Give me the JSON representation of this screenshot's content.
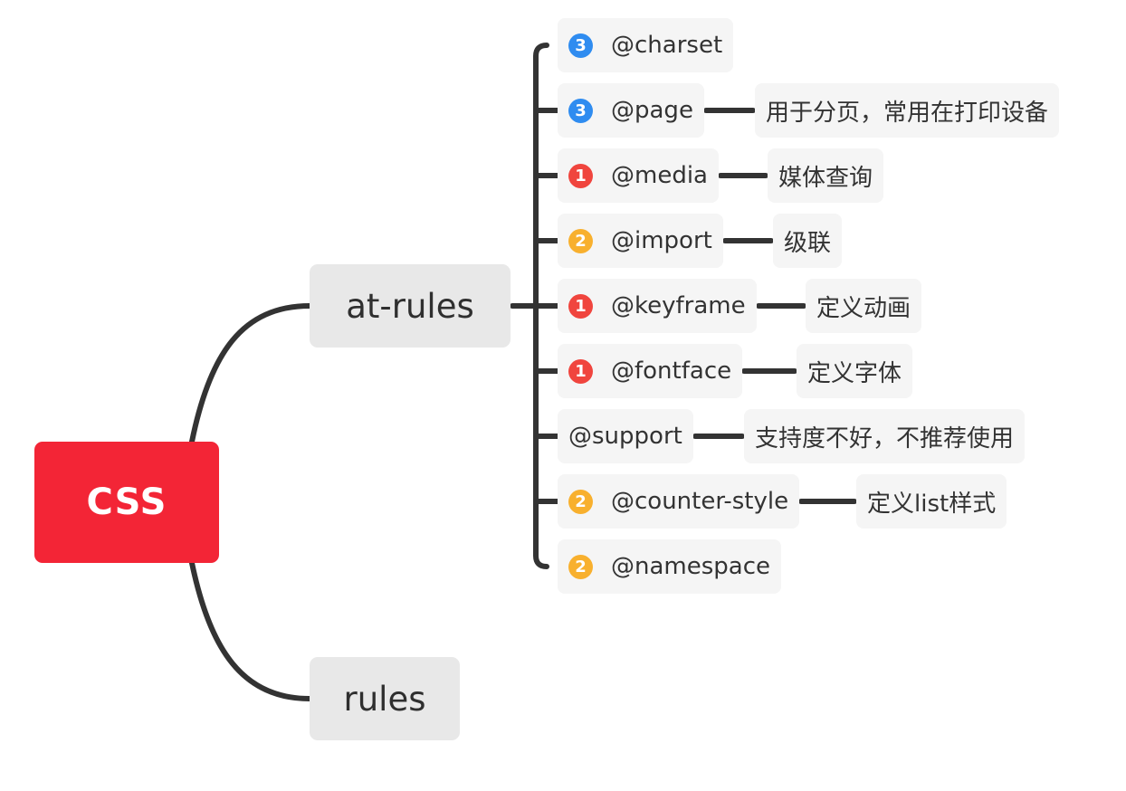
{
  "root": {
    "label": "CSS",
    "color": "#f32536"
  },
  "branches": [
    {
      "label": "at-rules"
    },
    {
      "label": "rules"
    }
  ],
  "connector_color": "#333333",
  "priority_colors": {
    "1": "#f0453e",
    "2": "#f8b02e",
    "3": "#2f8cf0"
  },
  "at_rules": [
    {
      "label": "@charset",
      "priority": 3,
      "badge": "3",
      "note": ""
    },
    {
      "label": "@page",
      "priority": 3,
      "badge": "3",
      "note": "用于分页，常用在打印设备"
    },
    {
      "label": "@media",
      "priority": 1,
      "badge": "1",
      "note": "媒体查询"
    },
    {
      "label": "@import",
      "priority": 2,
      "badge": "2",
      "note": "级联"
    },
    {
      "label": "@keyframe",
      "priority": 1,
      "badge": "1",
      "note": "定义动画"
    },
    {
      "label": "@fontface",
      "priority": 1,
      "badge": "1",
      "note": "定义字体"
    },
    {
      "label": "@support",
      "priority": null,
      "badge": "",
      "note": "支持度不好，不推荐使用"
    },
    {
      "label": "@counter-style",
      "priority": 2,
      "badge": "2",
      "note": "定义list样式"
    },
    {
      "label": "@namespace",
      "priority": 2,
      "badge": "2",
      "note": ""
    }
  ]
}
